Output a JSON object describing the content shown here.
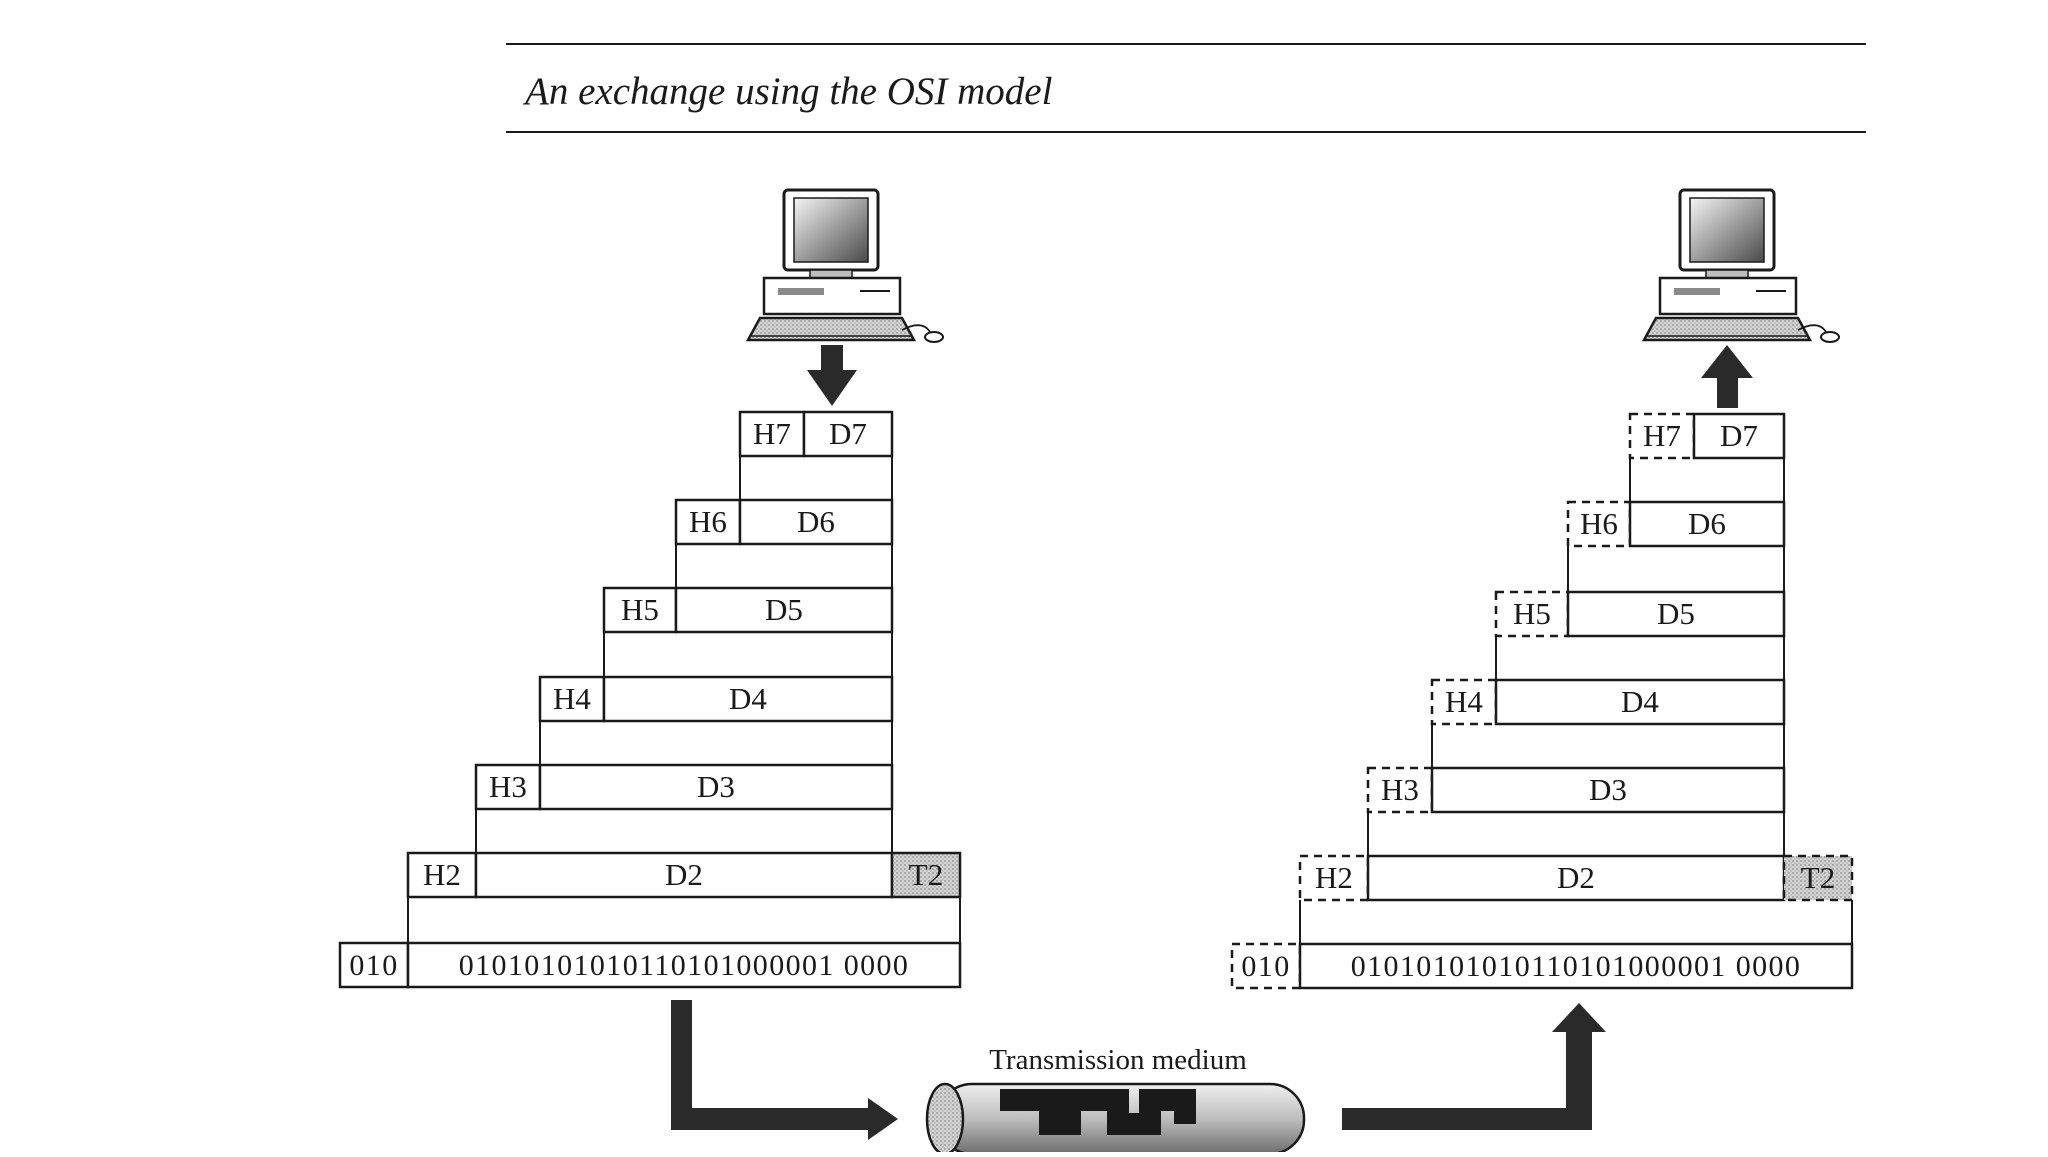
{
  "title": "An exchange using the OSI model",
  "medium_label": "Transmission medium",
  "sender": {
    "layers": [
      {
        "header": "H7",
        "data": "D7"
      },
      {
        "header": "H6",
        "data": "D6"
      },
      {
        "header": "H5",
        "data": "D5"
      },
      {
        "header": "H4",
        "data": "D4"
      },
      {
        "header": "H3",
        "data": "D3"
      },
      {
        "header": "H2",
        "data": "D2",
        "trailer": "T2"
      }
    ],
    "physical": {
      "prefix": "010",
      "bits": "01010101010110101000001 0000"
    }
  },
  "receiver": {
    "layers": [
      {
        "header": "H7",
        "data": "D7"
      },
      {
        "header": "H6",
        "data": "D6"
      },
      {
        "header": "H5",
        "data": "D5"
      },
      {
        "header": "H4",
        "data": "D4"
      },
      {
        "header": "H3",
        "data": "D3"
      },
      {
        "header": "H2",
        "data": "D2",
        "trailer": "T2"
      }
    ],
    "physical": {
      "prefix": "010",
      "bits": "01010101010110101000001 0000"
    }
  },
  "colors": {
    "ink": "#1a1a1a",
    "trailer_fill": "#c8c8c8",
    "arrow": "#2a2a2a"
  }
}
